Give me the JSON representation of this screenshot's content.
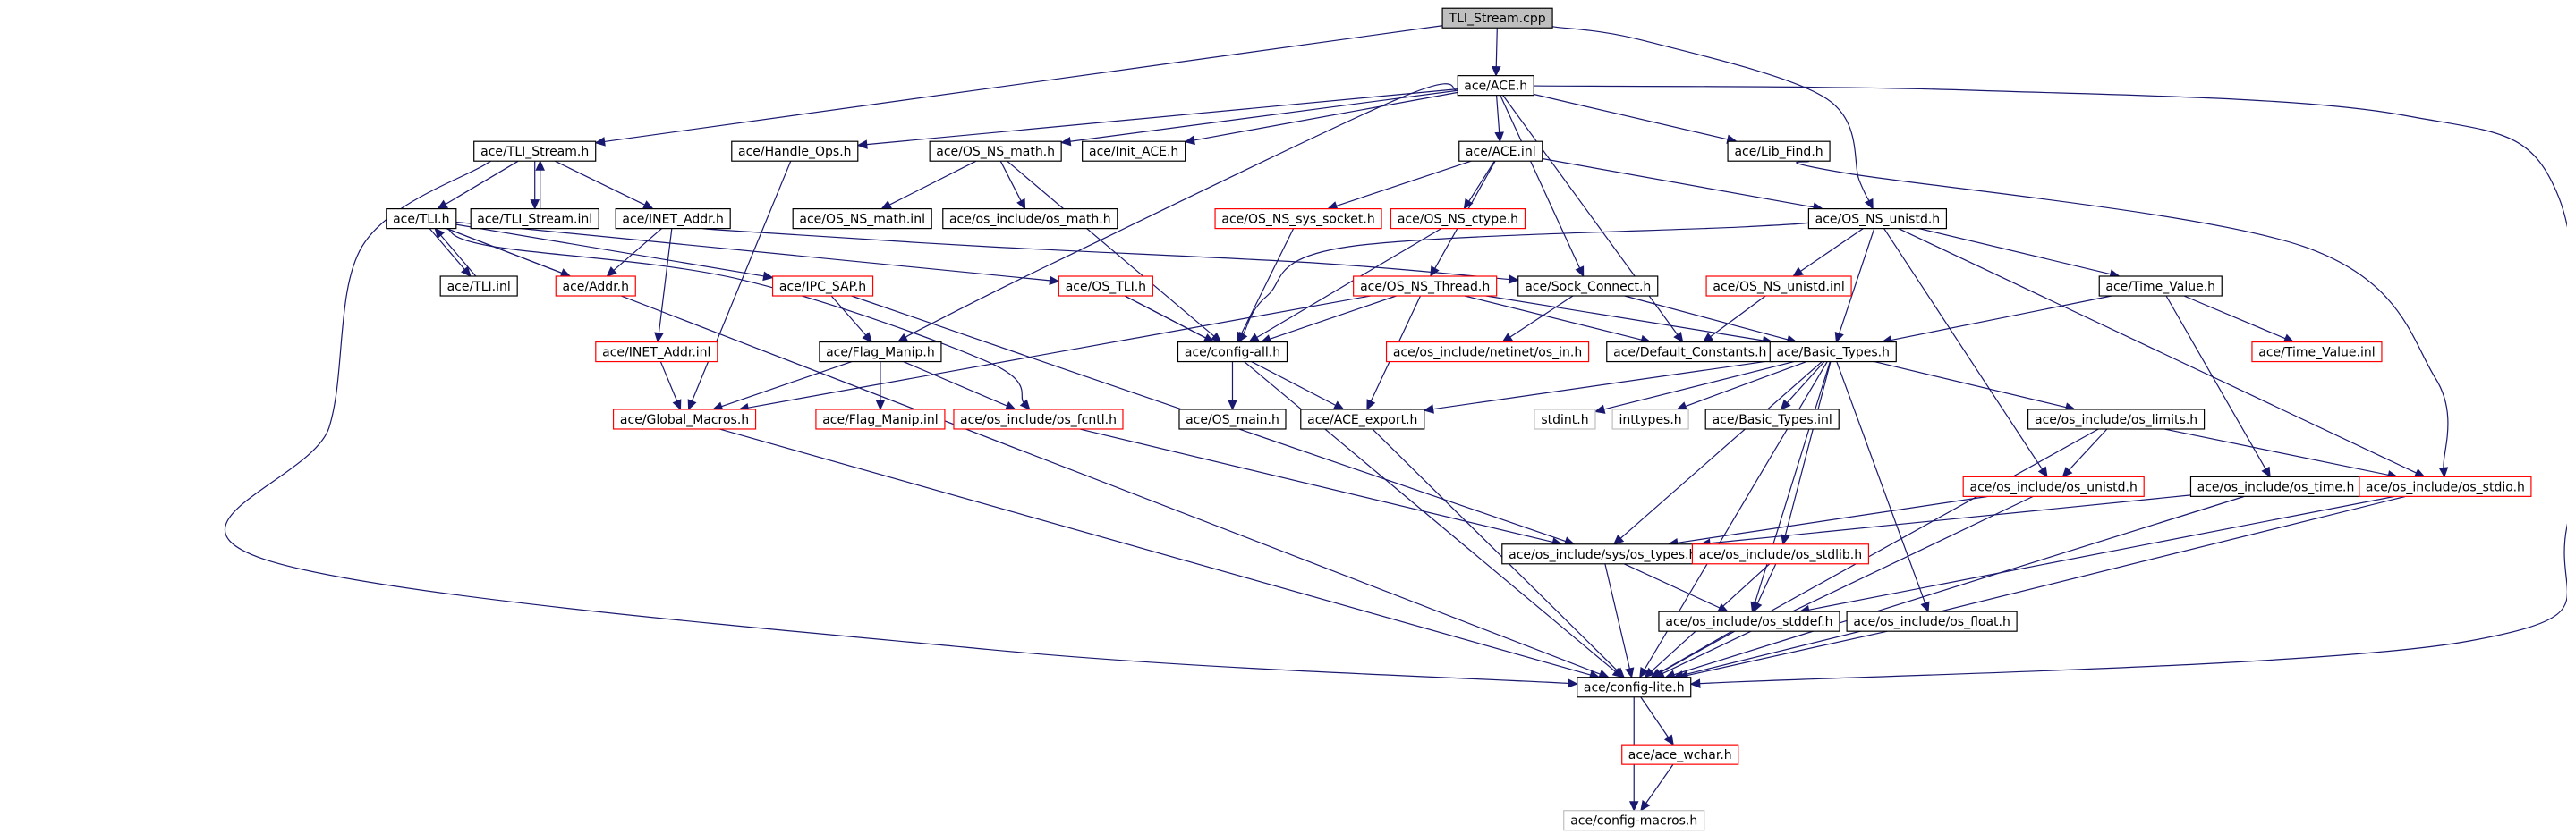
{
  "colors": {
    "edge": "#191970",
    "border_normal": "#000000",
    "border_truncated": "#ff0000",
    "border_external": "#bfbfbf",
    "fill_root": "#bfbfbf",
    "fill_normal": "#ffffff",
    "text": "#000000"
  },
  "nodes": [
    {
      "id": "tli_stream_cpp",
      "label": "TLI_Stream.cpp",
      "kind": "root"
    },
    {
      "id": "ace_h",
      "label": "ace/ACE.h",
      "kind": "normal"
    },
    {
      "id": "tli_stream_h",
      "label": "ace/TLI_Stream.h",
      "kind": "normal"
    },
    {
      "id": "handle_ops_h",
      "label": "ace/Handle_Ops.h",
      "kind": "normal"
    },
    {
      "id": "os_ns_math_h",
      "label": "ace/OS_NS_math.h",
      "kind": "normal"
    },
    {
      "id": "init_ace_h",
      "label": "ace/Init_ACE.h",
      "kind": "normal"
    },
    {
      "id": "ace_inl",
      "label": "ace/ACE.inl",
      "kind": "normal"
    },
    {
      "id": "lib_find_h",
      "label": "ace/Lib_Find.h",
      "kind": "normal"
    },
    {
      "id": "tli_h",
      "label": "ace/TLI.h",
      "kind": "normal"
    },
    {
      "id": "tli_stream_inl",
      "label": "ace/TLI_Stream.inl",
      "kind": "normal"
    },
    {
      "id": "inet_addr_h",
      "label": "ace/INET_Addr.h",
      "kind": "normal"
    },
    {
      "id": "os_ns_math_inl",
      "label": "ace/OS_NS_math.inl",
      "kind": "normal"
    },
    {
      "id": "os_include_os_math_h",
      "label": "ace/os_include/os_math.h",
      "kind": "normal"
    },
    {
      "id": "os_ns_sys_socket_h",
      "label": "ace/OS_NS_sys_socket.h",
      "kind": "truncated"
    },
    {
      "id": "os_ns_ctype_h",
      "label": "ace/OS_NS_ctype.h",
      "kind": "truncated"
    },
    {
      "id": "os_ns_unistd_h",
      "label": "ace/OS_NS_unistd.h",
      "kind": "normal"
    },
    {
      "id": "tli_inl",
      "label": "ace/TLI.inl",
      "kind": "normal"
    },
    {
      "id": "addr_h",
      "label": "ace/Addr.h",
      "kind": "truncated"
    },
    {
      "id": "ipc_sap_h",
      "label": "ace/IPC_SAP.h",
      "kind": "truncated"
    },
    {
      "id": "os_tli_h",
      "label": "ace/OS_TLI.h",
      "kind": "truncated"
    },
    {
      "id": "os_ns_thread_h",
      "label": "ace/OS_NS_Thread.h",
      "kind": "truncated"
    },
    {
      "id": "sock_connect_h",
      "label": "ace/Sock_Connect.h",
      "kind": "normal"
    },
    {
      "id": "os_ns_unistd_inl",
      "label": "ace/OS_NS_unistd.inl",
      "kind": "truncated"
    },
    {
      "id": "time_value_h",
      "label": "ace/Time_Value.h",
      "kind": "normal"
    },
    {
      "id": "inet_addr_inl",
      "label": "ace/INET_Addr.inl",
      "kind": "truncated"
    },
    {
      "id": "flag_manip_h",
      "label": "ace/Flag_Manip.h",
      "kind": "normal"
    },
    {
      "id": "config_all_h",
      "label": "ace/config-all.h",
      "kind": "normal"
    },
    {
      "id": "os_include_netinet_os_in_h",
      "label": "ace/os_include/netinet/os_in.h",
      "kind": "truncated"
    },
    {
      "id": "default_constants_h",
      "label": "ace/Default_Constants.h",
      "kind": "normal"
    },
    {
      "id": "basic_types_h",
      "label": "ace/Basic_Types.h",
      "kind": "normal"
    },
    {
      "id": "time_value_inl",
      "label": "ace/Time_Value.inl",
      "kind": "truncated"
    },
    {
      "id": "global_macros_h",
      "label": "ace/Global_Macros.h",
      "kind": "truncated"
    },
    {
      "id": "flag_manip_inl",
      "label": "ace/Flag_Manip.inl",
      "kind": "truncated"
    },
    {
      "id": "os_include_os_fcntl_h",
      "label": "ace/os_include/os_fcntl.h",
      "kind": "truncated"
    },
    {
      "id": "os_main_h",
      "label": "ace/OS_main.h",
      "kind": "normal"
    },
    {
      "id": "ace_export_h",
      "label": "ace/ACE_export.h",
      "kind": "normal"
    },
    {
      "id": "stdint_h",
      "label": "stdint.h",
      "kind": "external"
    },
    {
      "id": "inttypes_h",
      "label": "inttypes.h",
      "kind": "external"
    },
    {
      "id": "basic_types_inl",
      "label": "ace/Basic_Types.inl",
      "kind": "normal"
    },
    {
      "id": "os_include_os_limits_h",
      "label": "ace/os_include/os_limits.h",
      "kind": "normal"
    },
    {
      "id": "os_include_os_unistd_h",
      "label": "ace/os_include/os_unistd.h",
      "kind": "truncated"
    },
    {
      "id": "os_include_os_time_h",
      "label": "ace/os_include/os_time.h",
      "kind": "normal"
    },
    {
      "id": "os_include_os_stdio_h",
      "label": "ace/os_include/os_stdio.h",
      "kind": "truncated"
    },
    {
      "id": "os_include_sys_os_types_h",
      "label": "ace/os_include/sys/os_types.h",
      "kind": "normal"
    },
    {
      "id": "os_include_os_stdlib_h",
      "label": "ace/os_include/os_stdlib.h",
      "kind": "truncated"
    },
    {
      "id": "os_include_os_stddef_h",
      "label": "ace/os_include/os_stddef.h",
      "kind": "normal"
    },
    {
      "id": "os_include_os_float_h",
      "label": "ace/os_include/os_float.h",
      "kind": "normal"
    },
    {
      "id": "config_lite_h",
      "label": "ace/config-lite.h",
      "kind": "normal"
    },
    {
      "id": "ace_wchar_h",
      "label": "ace/ace_wchar.h",
      "kind": "truncated"
    },
    {
      "id": "config_macros_h",
      "label": "ace/config-macros.h",
      "kind": "external"
    }
  ],
  "edges": [
    [
      "tli_stream_cpp",
      "ace_h"
    ],
    [
      "tli_stream_cpp",
      "tli_stream_h"
    ],
    [
      "tli_stream_cpp",
      "os_ns_unistd_h"
    ],
    [
      "ace_h",
      "handle_ops_h"
    ],
    [
      "ace_h",
      "os_ns_math_h"
    ],
    [
      "ace_h",
      "init_ace_h"
    ],
    [
      "ace_h",
      "ace_inl"
    ],
    [
      "ace_h",
      "lib_find_h"
    ],
    [
      "ace_h",
      "flag_manip_h"
    ],
    [
      "ace_h",
      "sock_connect_h"
    ],
    [
      "ace_h",
      "default_constants_h"
    ],
    [
      "ace_h",
      "config_lite_h"
    ],
    [
      "tli_stream_h",
      "tli_h"
    ],
    [
      "tli_stream_h",
      "tli_stream_inl"
    ],
    [
      "tli_stream_h",
      "inet_addr_h"
    ],
    [
      "tli_stream_h",
      "config_lite_h"
    ],
    [
      "tli_stream_inl",
      "tli_stream_h"
    ],
    [
      "handle_ops_h",
      "global_macros_h"
    ],
    [
      "os_ns_math_h",
      "os_ns_math_inl"
    ],
    [
      "os_ns_math_h",
      "os_include_os_math_h"
    ],
    [
      "os_ns_math_h",
      "config_all_h"
    ],
    [
      "ace_inl",
      "os_ns_sys_socket_h"
    ],
    [
      "ace_inl",
      "os_ns_ctype_h"
    ],
    [
      "ace_inl",
      "os_ns_unistd_h"
    ],
    [
      "ace_inl",
      "os_ns_thread_h"
    ],
    [
      "lib_find_h",
      "os_include_os_stdio_h"
    ],
    [
      "tli_h",
      "tli_inl"
    ],
    [
      "tli_h",
      "addr_h"
    ],
    [
      "tli_h",
      "ipc_sap_h"
    ],
    [
      "tli_h",
      "os_tli_h"
    ],
    [
      "tli_h",
      "os_include_os_fcntl_h"
    ],
    [
      "tli_h",
      "config_lite_h"
    ],
    [
      "tli_inl",
      "tli_h"
    ],
    [
      "inet_addr_h",
      "addr_h"
    ],
    [
      "inet_addr_h",
      "inet_addr_inl"
    ],
    [
      "inet_addr_h",
      "sock_connect_h"
    ],
    [
      "inet_addr_inl",
      "global_macros_h"
    ],
    [
      "os_ns_sys_socket_h",
      "config_all_h"
    ],
    [
      "os_ns_ctype_h",
      "config_all_h"
    ],
    [
      "os_ns_unistd_h",
      "config_all_h"
    ],
    [
      "os_ns_unistd_h",
      "os_ns_unistd_inl"
    ],
    [
      "os_ns_unistd_h",
      "time_value_h"
    ],
    [
      "os_ns_unistd_h",
      "basic_types_h"
    ],
    [
      "os_ns_unistd_h",
      "os_include_os_unistd_h"
    ],
    [
      "os_ns_unistd_h",
      "os_include_os_stdio_h"
    ],
    [
      "os_ns_unistd_inl",
      "default_constants_h"
    ],
    [
      "ipc_sap_h",
      "flag_manip_h"
    ],
    [
      "ipc_sap_h",
      "os_include_sys_os_types_h"
    ],
    [
      "os_tli_h",
      "config_all_h"
    ],
    [
      "os_tli_h",
      "ace_export_h"
    ],
    [
      "os_ns_thread_h",
      "config_all_h"
    ],
    [
      "os_ns_thread_h",
      "global_macros_h"
    ],
    [
      "os_ns_thread_h",
      "default_constants_h"
    ],
    [
      "os_ns_thread_h",
      "basic_types_h"
    ],
    [
      "os_ns_thread_h",
      "ace_export_h"
    ],
    [
      "sock_connect_h",
      "os_include_netinet_os_in_h"
    ],
    [
      "sock_connect_h",
      "basic_types_h"
    ],
    [
      "time_value_h",
      "basic_types_h"
    ],
    [
      "time_value_h",
      "time_value_inl"
    ],
    [
      "time_value_h",
      "os_include_os_time_h"
    ],
    [
      "flag_manip_h",
      "global_macros_h"
    ],
    [
      "flag_manip_h",
      "flag_manip_inl"
    ],
    [
      "flag_manip_h",
      "os_include_os_fcntl_h"
    ],
    [
      "config_all_h",
      "os_main_h"
    ],
    [
      "config_all_h",
      "config_lite_h"
    ],
    [
      "global_macros_h",
      "config_lite_h"
    ],
    [
      "os_include_os_fcntl_h",
      "os_include_sys_os_types_h"
    ],
    [
      "ace_export_h",
      "config_lite_h"
    ],
    [
      "basic_types_h",
      "ace_export_h"
    ],
    [
      "basic_types_h",
      "stdint_h"
    ],
    [
      "basic_types_h",
      "inttypes_h"
    ],
    [
      "basic_types_h",
      "basic_types_inl"
    ],
    [
      "basic_types_h",
      "os_include_os_limits_h"
    ],
    [
      "basic_types_h",
      "os_include_sys_os_types_h"
    ],
    [
      "basic_types_h",
      "os_include_os_stdlib_h"
    ],
    [
      "basic_types_h",
      "os_include_os_stddef_h"
    ],
    [
      "basic_types_h",
      "os_include_os_float_h"
    ],
    [
      "basic_types_h",
      "config_lite_h"
    ],
    [
      "os_include_os_limits_h",
      "os_include_os_unistd_h"
    ],
    [
      "os_include_os_limits_h",
      "os_include_os_stdio_h"
    ],
    [
      "os_include_os_limits_h",
      "config_lite_h"
    ],
    [
      "os_include_os_unistd_h",
      "os_include_sys_os_types_h"
    ],
    [
      "os_include_os_unistd_h",
      "config_lite_h"
    ],
    [
      "os_include_os_time_h",
      "os_include_sys_os_types_h"
    ],
    [
      "os_include_os_time_h",
      "config_lite_h"
    ],
    [
      "os_include_os_stdio_h",
      "os_include_os_stddef_h"
    ],
    [
      "os_include_os_stdio_h",
      "config_lite_h"
    ],
    [
      "os_include_sys_os_types_h",
      "os_include_os_stddef_h"
    ],
    [
      "os_include_sys_os_types_h",
      "config_lite_h"
    ],
    [
      "os_include_os_stdlib_h",
      "os_include_os_stddef_h"
    ],
    [
      "os_include_os_stdlib_h",
      "config_lite_h"
    ],
    [
      "os_include_os_stddef_h",
      "config_lite_h"
    ],
    [
      "os_include_os_float_h",
      "config_lite_h"
    ],
    [
      "config_lite_h",
      "ace_wchar_h"
    ],
    [
      "config_lite_h",
      "config_macros_h"
    ],
    [
      "ace_wchar_h",
      "config_macros_h"
    ]
  ]
}
